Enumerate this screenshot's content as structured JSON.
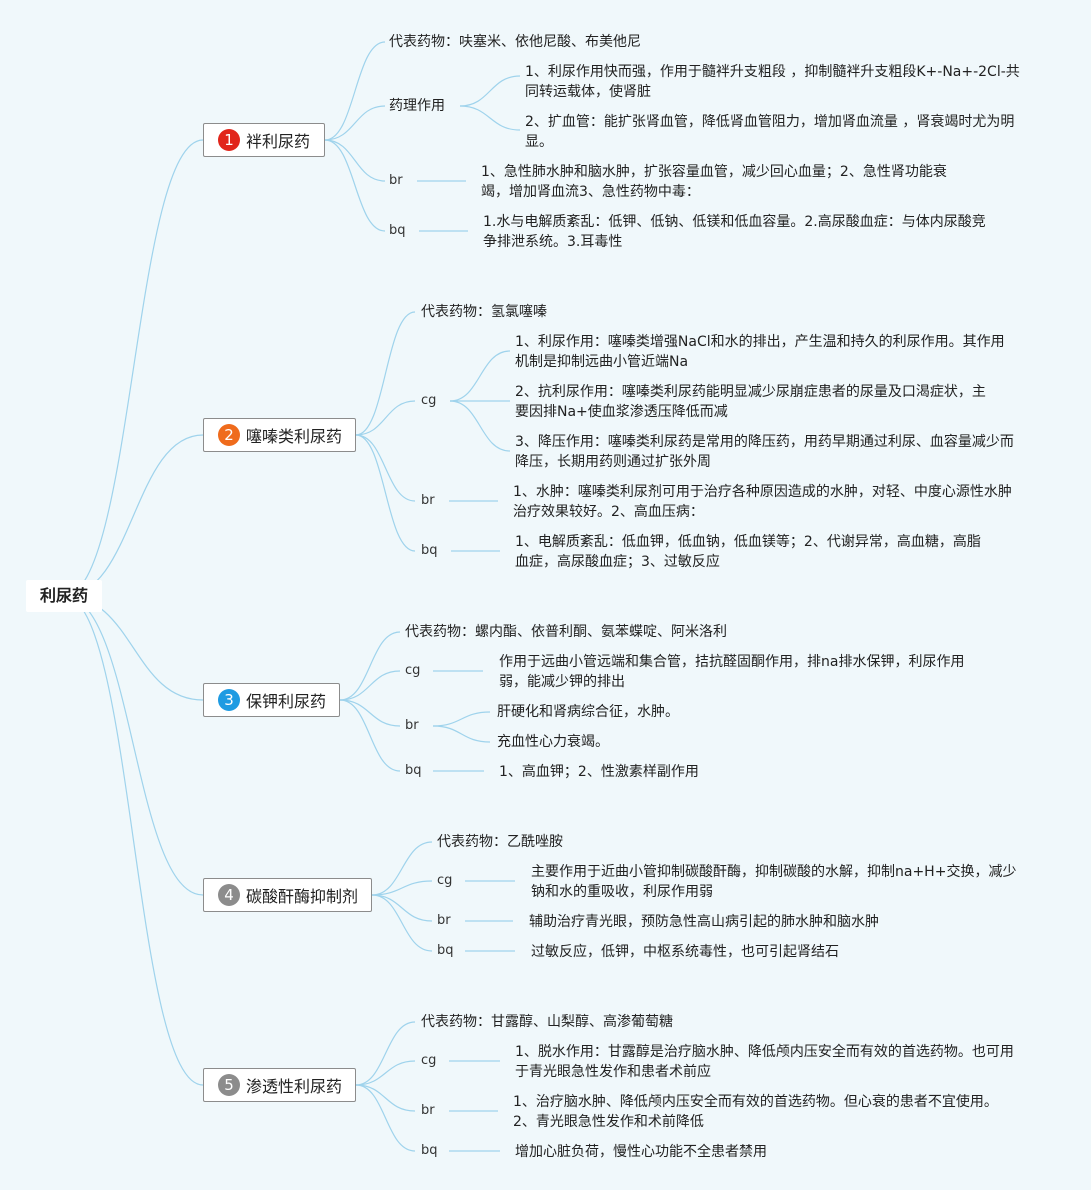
{
  "colors": {
    "line": "#9fd3ec",
    "badge1": "#e1251b",
    "badge2": "#ef6b1c",
    "badge3": "#1e9be2",
    "badge4": "#8c8c8c",
    "badge5": "#8c8c8c"
  },
  "root": {
    "label": "利尿药"
  },
  "branches": [
    {
      "num": "1",
      "label": "袢利尿药",
      "rep": "代表药物：呋塞米、依他尼酸、布美他尼",
      "pharm": {
        "label": "药理作用",
        "items": [
          "1、利尿作用快而强，作用于髓袢升支粗段 ，抑制髓袢升支粗段K+-Na+-2Cl-共同转运载体，使肾脏",
          "2、扩血管：能扩张肾血管，降低肾血管阻力，增加肾血流量 ，肾衰竭时尤为明显。"
        ]
      },
      "br": {
        "label": "br",
        "items": [
          "1、急性肺水肿和脑水肿，扩张容量血管，减少回心血量；2、急性肾功能衰竭，增加肾血流3、急性药物中毒："
        ]
      },
      "bq": {
        "label": "bq",
        "items": [
          "1.水与电解质紊乱：低钾、低钠、低镁和低血容量。2.高尿酸血症：与体内尿酸竞争排泄系统。3.耳毒性"
        ]
      }
    },
    {
      "num": "2",
      "label": "噻嗪类利尿药",
      "rep": "代表药物：氢氯噻嗪",
      "cg": {
        "label": "cg",
        "items": [
          "1、利尿作用：噻嗪类增强NaCl和水的排出，产生温和持久的利尿作用。其作用机制是抑制远曲小管近端Na",
          "2、抗利尿作用：噻嗪类利尿药能明显减少尿崩症患者的尿量及口渴症状，主要因排Na+使血浆渗透压降低而减",
          "3、降压作用：噻嗪类利尿药是常用的降压药，用药早期通过利尿、血容量减少而降压，长期用药则通过扩张外周"
        ]
      },
      "br": {
        "label": "br",
        "items": [
          "1、水肿：噻嗪类利尿剂可用于治疗各种原因造成的水肿，对轻、中度心源性水肿治疗效果较好。2、高血压病："
        ]
      },
      "bq": {
        "label": "bq",
        "items": [
          "1、电解质紊乱：低血钾，低血钠，低血镁等；2、代谢异常，高血糖，高脂血症，高尿酸血症；3、过敏反应"
        ]
      }
    },
    {
      "num": "3",
      "label": "保钾利尿药",
      "rep": "代表药物：螺内酯、依普利酮、氨苯蝶啶、阿米洛利",
      "cg": {
        "label": "cg",
        "items": [
          "作用于远曲小管远端和集合管，拮抗醛固酮作用，排na排水保钾，利尿作用弱，能减少钾的排出"
        ]
      },
      "br": {
        "label": "br",
        "items": [
          "肝硬化和肾病综合征，水肿。",
          "充血性心力衰竭。"
        ]
      },
      "bq": {
        "label": "bq",
        "items": [
          "1、高血钾；2、性激素样副作用"
        ]
      }
    },
    {
      "num": "4",
      "label": "碳酸酐酶抑制剂",
      "rep": "代表药物：乙酰唑胺",
      "cg": {
        "label": "cg",
        "items": [
          "主要作用于近曲小管抑制碳酸酐酶，抑制碳酸的水解，抑制na+H+交换，减少钠和水的重吸收，利尿作用弱"
        ]
      },
      "br": {
        "label": "br",
        "items": [
          "辅助治疗青光眼，预防急性高山病引起的肺水肿和脑水肿"
        ]
      },
      "bq": {
        "label": "bq",
        "items": [
          "过敏反应，低钾，中枢系统毒性，也可引起肾结石"
        ]
      }
    },
    {
      "num": "5",
      "label": "渗透性利尿药",
      "rep": "代表药物：甘露醇、山梨醇、高渗葡萄糖",
      "cg": {
        "label": "cg",
        "items": [
          "1、脱水作用：甘露醇是治疗脑水肿、降低颅内压安全而有效的首选药物。也可用于青光眼急性发作和患者术前应"
        ]
      },
      "br": {
        "label": "br",
        "items": [
          "1、治疗脑水肿、降低颅内压安全而有效的首选药物。但心衰的患者不宜使用。",
          "2、青光眼急性发作和术前降低"
        ]
      },
      "bq": {
        "label": "bq",
        "items": [
          "增加心脏负荷，慢性心功能不全患者禁用"
        ]
      }
    }
  ]
}
